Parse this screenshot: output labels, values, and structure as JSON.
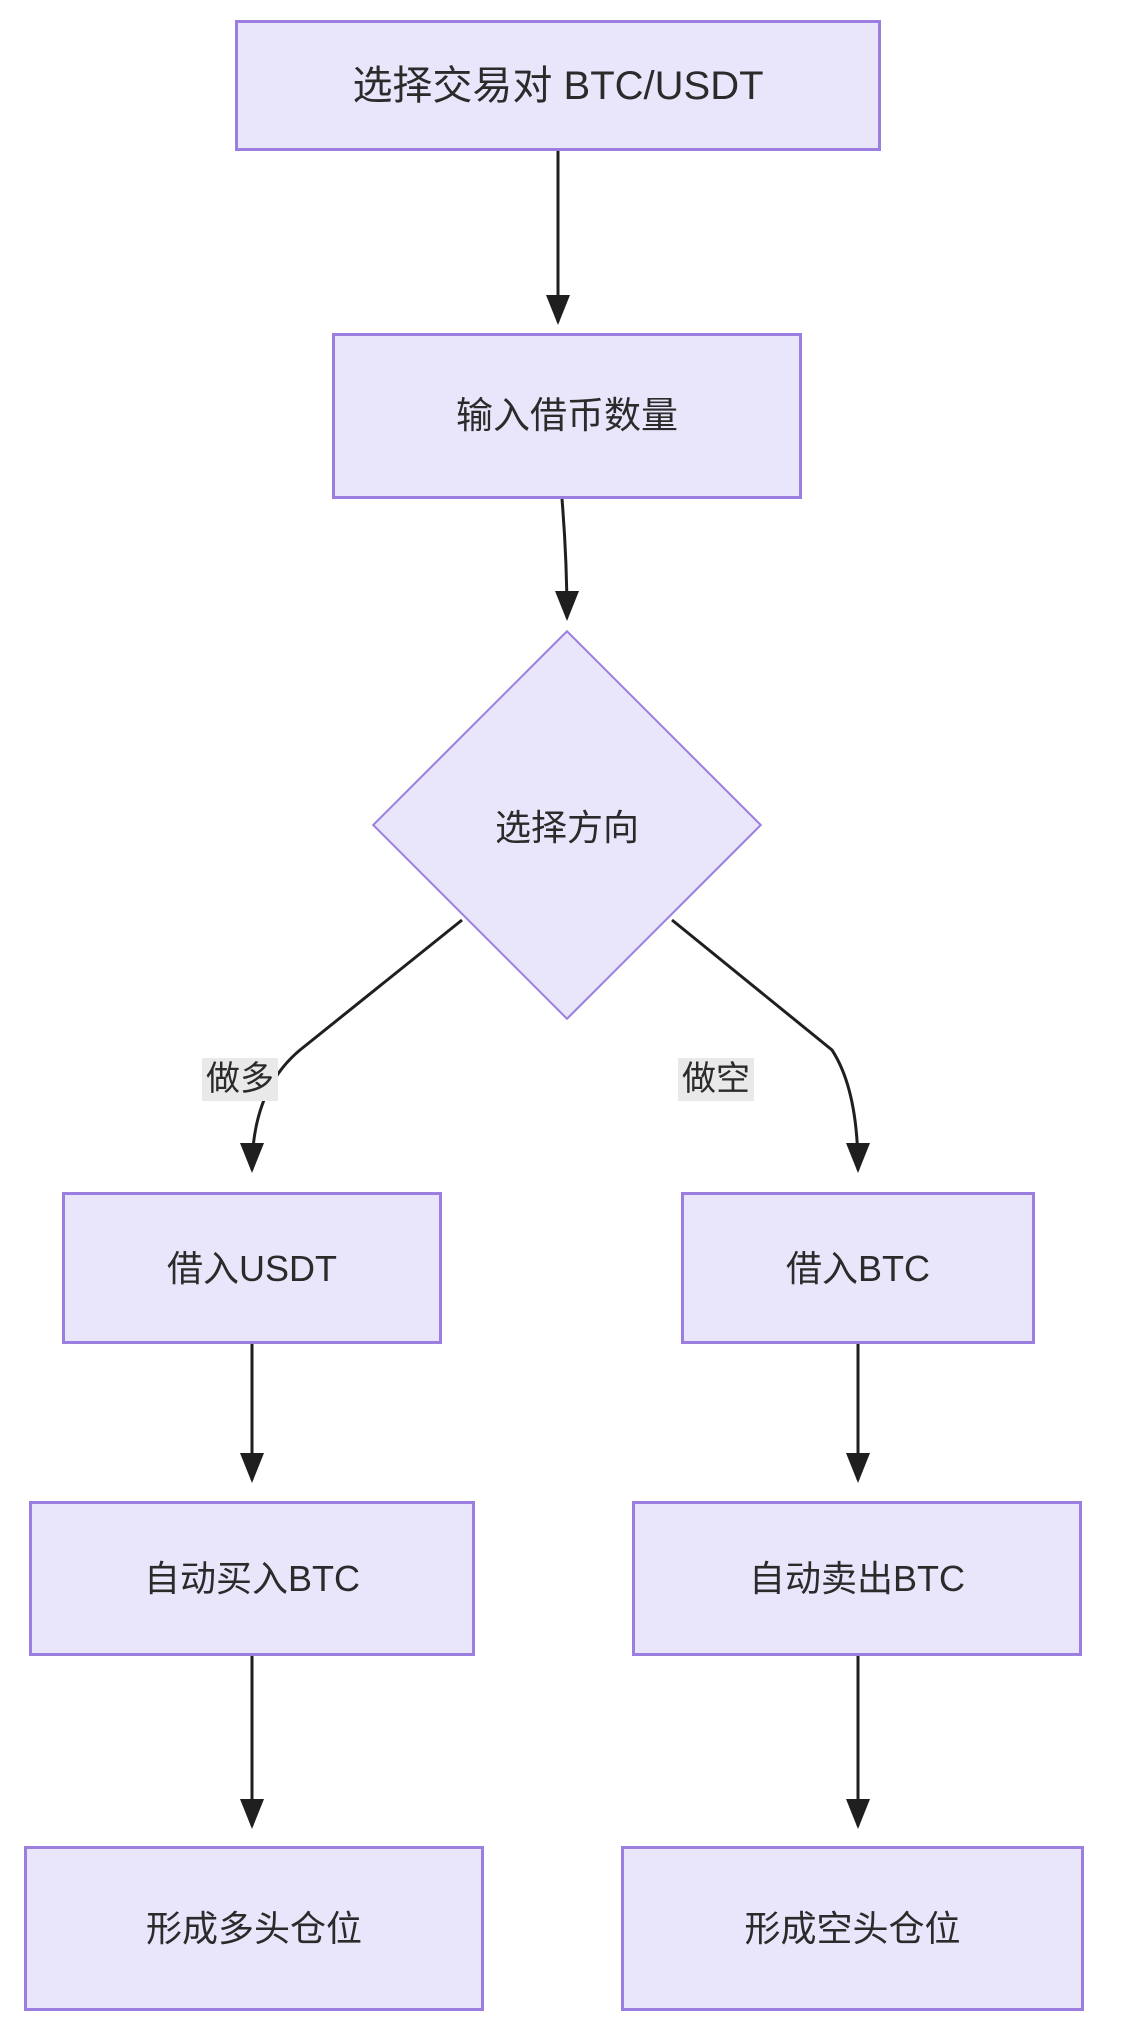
{
  "diagram": {
    "type": "flowchart",
    "direction": "top-down",
    "title": "",
    "theme": {
      "node_fill": "#E9E6FB",
      "node_border": "#9B7EE0",
      "node_text": "#2b2b2b",
      "edge_stroke": "#1f1f1f",
      "edge_label_bg": "#E9E9E9",
      "canvas_bg": "#ffffff"
    },
    "nodes": [
      {
        "id": "start",
        "label": "选择交易对 BTC/USDT",
        "shape": "rect"
      },
      {
        "id": "amount",
        "label": "输入借币数量",
        "shape": "rect"
      },
      {
        "id": "direction",
        "label": "选择方向",
        "shape": "diamond"
      },
      {
        "id": "borrow_usdt",
        "label": "借入USDT",
        "shape": "rect"
      },
      {
        "id": "borrow_btc",
        "label": "借入BTC",
        "shape": "rect"
      },
      {
        "id": "buy_btc",
        "label": "自动买入BTC",
        "shape": "rect"
      },
      {
        "id": "sell_btc",
        "label": "自动卖出BTC",
        "shape": "rect"
      },
      {
        "id": "long_pos",
        "label": "形成多头仓位",
        "shape": "rect"
      },
      {
        "id": "short_pos",
        "label": "形成空头仓位",
        "shape": "rect"
      }
    ],
    "edges": [
      {
        "from": "start",
        "to": "amount",
        "label": ""
      },
      {
        "from": "amount",
        "to": "direction",
        "label": ""
      },
      {
        "from": "direction",
        "to": "borrow_usdt",
        "label": "做多"
      },
      {
        "from": "direction",
        "to": "borrow_btc",
        "label": "做空"
      },
      {
        "from": "borrow_usdt",
        "to": "buy_btc",
        "label": ""
      },
      {
        "from": "borrow_btc",
        "to": "sell_btc",
        "label": ""
      },
      {
        "from": "buy_btc",
        "to": "long_pos",
        "label": ""
      },
      {
        "from": "sell_btc",
        "to": "short_pos",
        "label": ""
      }
    ]
  }
}
